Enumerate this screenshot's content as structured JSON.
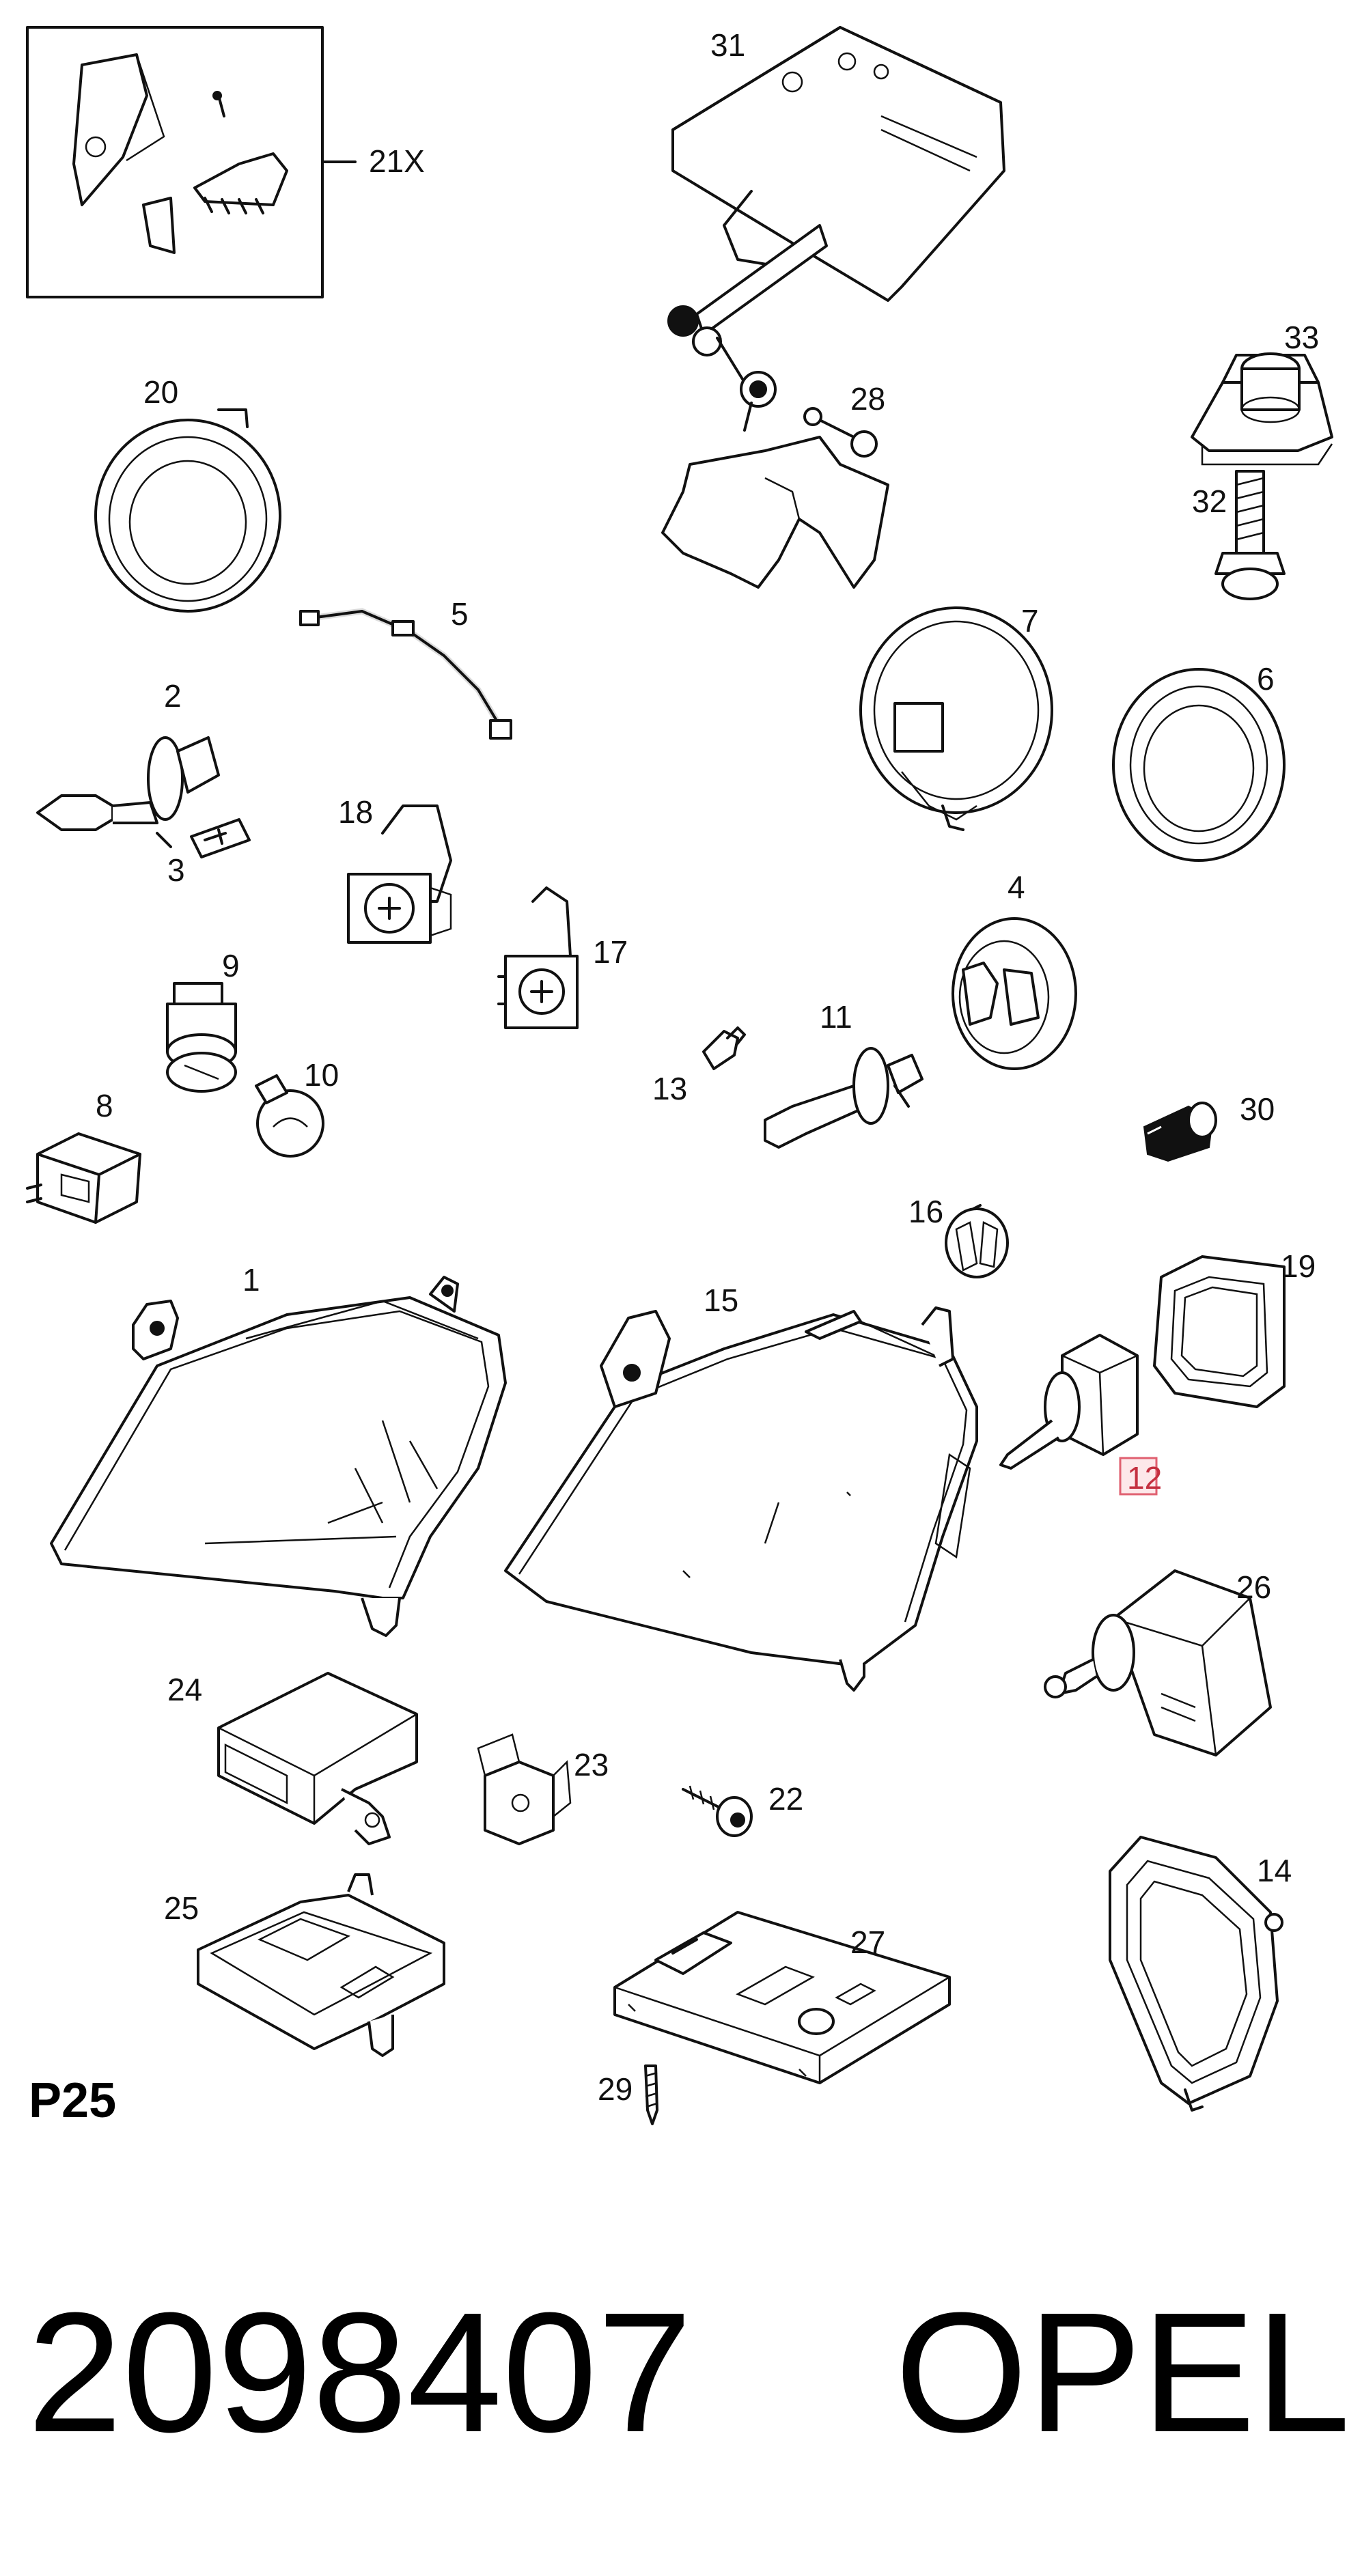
{
  "diagram": {
    "page_code": "P25",
    "part_number": "2098407",
    "brand": "OPEL",
    "highlight_color": "#e06070",
    "labels": [
      {
        "id": "21x",
        "text": "21X"
      },
      {
        "id": "31",
        "text": "31"
      },
      {
        "id": "28",
        "text": "28"
      },
      {
        "id": "33",
        "text": "33"
      },
      {
        "id": "32",
        "text": "32"
      },
      {
        "id": "20",
        "text": "20"
      },
      {
        "id": "5",
        "text": "5"
      },
      {
        "id": "7",
        "text": "7"
      },
      {
        "id": "6",
        "text": "6"
      },
      {
        "id": "2",
        "text": "2"
      },
      {
        "id": "3",
        "text": "3"
      },
      {
        "id": "18",
        "text": "18"
      },
      {
        "id": "17",
        "text": "17"
      },
      {
        "id": "4",
        "text": "4"
      },
      {
        "id": "9",
        "text": "9"
      },
      {
        "id": "10",
        "text": "10"
      },
      {
        "id": "11",
        "text": "11"
      },
      {
        "id": "13",
        "text": "13"
      },
      {
        "id": "8",
        "text": "8"
      },
      {
        "id": "30",
        "text": "30"
      },
      {
        "id": "16",
        "text": "16"
      },
      {
        "id": "19",
        "text": "19"
      },
      {
        "id": "1",
        "text": "1"
      },
      {
        "id": "15",
        "text": "15"
      },
      {
        "id": "12",
        "text": "12"
      },
      {
        "id": "26",
        "text": "26"
      },
      {
        "id": "24",
        "text": "24"
      },
      {
        "id": "23",
        "text": "23"
      },
      {
        "id": "22",
        "text": "22"
      },
      {
        "id": "14",
        "text": "14"
      },
      {
        "id": "25",
        "text": "25"
      },
      {
        "id": "27",
        "text": "27"
      },
      {
        "id": "29",
        "text": "29"
      }
    ]
  }
}
